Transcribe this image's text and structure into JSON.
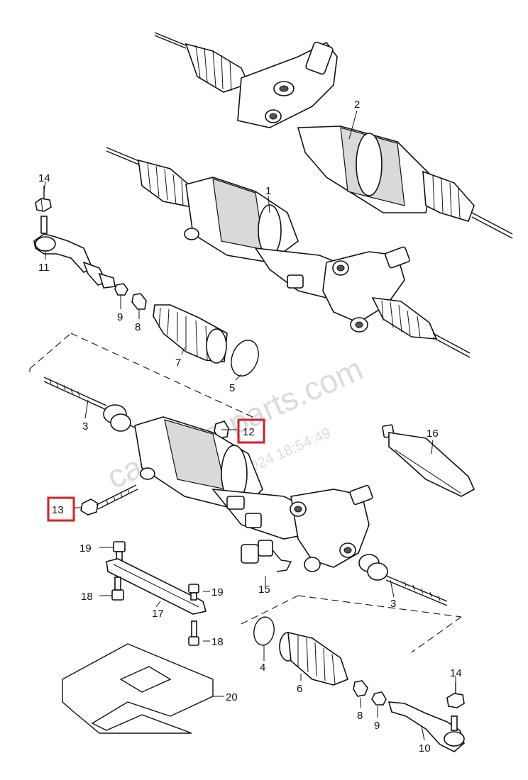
{
  "watermark": {
    "site": "catalogs-parts.com",
    "timestamp": "2024 18:54:49"
  },
  "highlight_color": "#d32027",
  "parts": [
    {
      "id": "p1",
      "label": "1"
    },
    {
      "id": "p2",
      "label": "2"
    },
    {
      "id": "p3a",
      "label": "3"
    },
    {
      "id": "p3b",
      "label": "3"
    },
    {
      "id": "p4",
      "label": "4"
    },
    {
      "id": "p5",
      "label": "5"
    },
    {
      "id": "p6",
      "label": "6"
    },
    {
      "id": "p7",
      "label": "7"
    },
    {
      "id": "p8a",
      "label": "8"
    },
    {
      "id": "p8b",
      "label": "8"
    },
    {
      "id": "p9a",
      "label": "9"
    },
    {
      "id": "p9b",
      "label": "9"
    },
    {
      "id": "p10",
      "label": "10"
    },
    {
      "id": "p11",
      "label": "11"
    },
    {
      "id": "p12",
      "label": "12",
      "highlighted": true
    },
    {
      "id": "p13",
      "label": "13",
      "highlighted": true
    },
    {
      "id": "p14a",
      "label": "14"
    },
    {
      "id": "p14b",
      "label": "14"
    },
    {
      "id": "p15",
      "label": "15"
    },
    {
      "id": "p16",
      "label": "16"
    },
    {
      "id": "p17",
      "label": "17"
    },
    {
      "id": "p18a",
      "label": "18"
    },
    {
      "id": "p18b",
      "label": "18"
    },
    {
      "id": "p19a",
      "label": "19"
    },
    {
      "id": "p19b",
      "label": "19"
    },
    {
      "id": "p20",
      "label": "20"
    }
  ]
}
